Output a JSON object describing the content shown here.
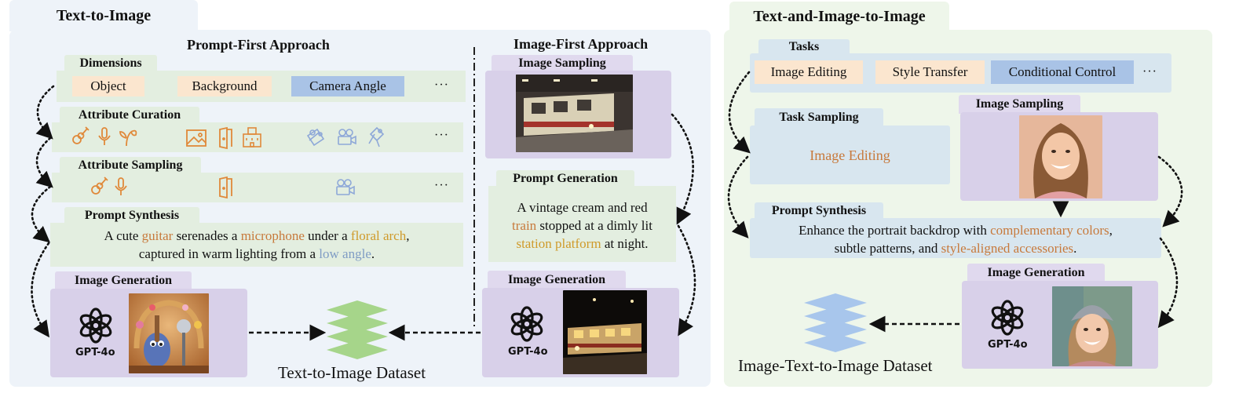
{
  "titles": {
    "t2i": "Text-to-Image",
    "ti2i": "Text-and-Image-to-Image"
  },
  "prompt_first": {
    "heading": "Prompt-First Approach",
    "dimensions_label": "Dimensions",
    "dimensions": [
      "Object",
      "Background",
      "Camera Angle"
    ],
    "ellipsis": "···",
    "attr_curation_label": "Attribute Curation",
    "attr_sampling_label": "Attribute Sampling",
    "prompt_synthesis_label": "Prompt Synthesis",
    "prompt_parts": {
      "p1": "A cute ",
      "w1": "guitar",
      "p2": " serenades a ",
      "w2": "microphone",
      "p3": " under a ",
      "w3": "floral arch",
      "p4": ",",
      "p5": "captured in warm lighting from a ",
      "w4": "low angle",
      "p6": "."
    },
    "image_generation_label": "Image Generation",
    "gpt_label": "GPT-4o",
    "dataset_label": "Text-to-Image Dataset",
    "icons": {
      "curation_object": [
        "guitar-icon",
        "microphone-icon",
        "sprout-icon"
      ],
      "curation_background": [
        "landscape-icon",
        "door-icon",
        "building-icon"
      ],
      "curation_camera": [
        "drone-icon",
        "video-camera-icon",
        "satellite-icon"
      ],
      "sampling_object": [
        "guitar-icon",
        "microphone-icon"
      ],
      "sampling_background": [
        "door-icon"
      ],
      "sampling_camera": [
        "video-camera-icon"
      ]
    }
  },
  "image_first": {
    "heading": "Image-First Approach",
    "image_sampling_label": "Image Sampling",
    "prompt_generation_label": "Prompt Generation",
    "prompt_parts": {
      "p1": "A vintage cream and red",
      "w1": "train",
      "p2": " stopped at a dimly lit",
      "w2": "station platform",
      "p3": " at night."
    },
    "image_generation_label": "Image Generation",
    "gpt_label": "GPT-4o"
  },
  "ti2i": {
    "tasks_label": "Tasks",
    "tasks": [
      "Image Editing",
      "Style Transfer",
      "Conditional Control"
    ],
    "ellipsis": "···",
    "task_sampling_label": "Task Sampling",
    "task_sampled": "Image Editing",
    "image_sampling_label": "Image Sampling",
    "prompt_synthesis_label": "Prompt Synthesis",
    "prompt_parts": {
      "p1": "Enhance the portrait backdrop with ",
      "w1": "complementary colors",
      "p2": ",",
      "p3": "subtle patterns, and ",
      "w2": "style-aligned accessories",
      "p4": "."
    },
    "image_generation_label": "Image Generation",
    "gpt_label": "GPT-4o",
    "dataset_label": "Image-Text-to-Image Dataset"
  },
  "colors": {
    "icon_orange": "#e0893a",
    "icon_blue": "#8ea8d8",
    "highlight_orange": "#c7793b",
    "highlight_gold": "#cf9a2a",
    "highlight_blue": "#7f9cc4",
    "stack_green": "#a6d58a",
    "stack_blue": "#a8c6ec"
  }
}
